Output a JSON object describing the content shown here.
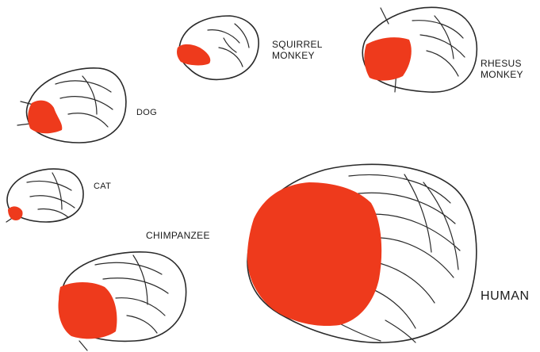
{
  "highlight_color": "#ee3a1c",
  "brains": [
    {
      "id": "squirrel-monkey",
      "label": "SQUIRREL\nMONKEY"
    },
    {
      "id": "rhesus-monkey",
      "label": "RHESUS\nMONKEY"
    },
    {
      "id": "dog",
      "label": "DOG"
    },
    {
      "id": "cat",
      "label": "CAT"
    },
    {
      "id": "chimpanzee",
      "label": "CHIMPANZEE"
    },
    {
      "id": "human",
      "label": "HUMAN"
    }
  ]
}
